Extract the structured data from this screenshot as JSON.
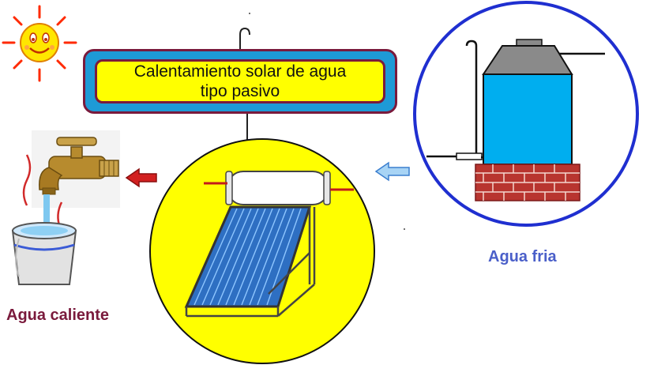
{
  "title": {
    "line1": "Calentamiento solar de agua",
    "line2": "tipo pasivo"
  },
  "labels": {
    "hot_water": "Agua caliente",
    "cold_water": "Agua fria"
  },
  "colors": {
    "title_outer": "#1e9ad6",
    "title_inner": "#ffff00",
    "border": "#7a1a3c",
    "hot_label": "#7a1a3c",
    "cold_label": "#4a5fc9",
    "circle_fill": "#ffff00",
    "tank_circle_border": "#1f2fd0",
    "tank_fill": "#00aeef",
    "brick": "#b8352f",
    "hot_arrow": "#d22020",
    "cold_arrow": "#a8d4f5"
  },
  "icons": [
    "sun-icon",
    "hot-water-arrow-icon",
    "cold-water-arrow-icon",
    "faucet-icon",
    "bucket-icon",
    "solar-heater-icon",
    "water-tank-icon"
  ]
}
